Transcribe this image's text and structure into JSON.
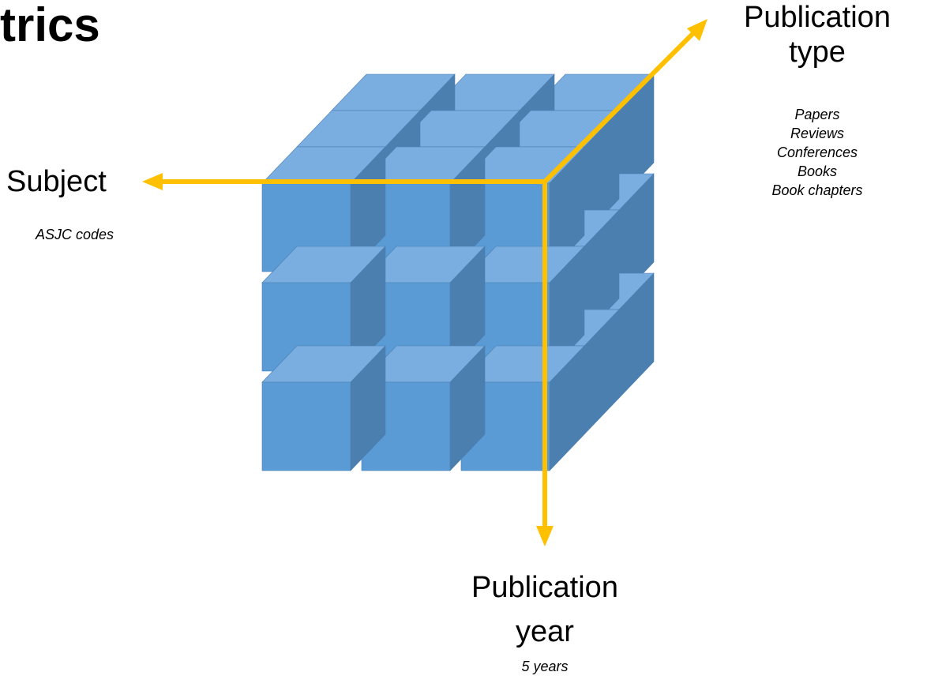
{
  "title": "trics",
  "axes": {
    "subject": {
      "label": "Subject",
      "sub": "ASJC codes"
    },
    "publication_type": {
      "label_line1": "Publication",
      "label_line2": "type",
      "items": [
        "Papers",
        "Reviews",
        "Conferences",
        "Books",
        "Book chapters"
      ]
    },
    "publication_year": {
      "label_line1": "Publication",
      "label_line2": "year",
      "sub": "5 years"
    }
  },
  "colors": {
    "cube_front": "#5b9bd5",
    "cube_top": "#7aade0",
    "cube_side": "#4a7fb0",
    "arrow": "#ffc000"
  }
}
